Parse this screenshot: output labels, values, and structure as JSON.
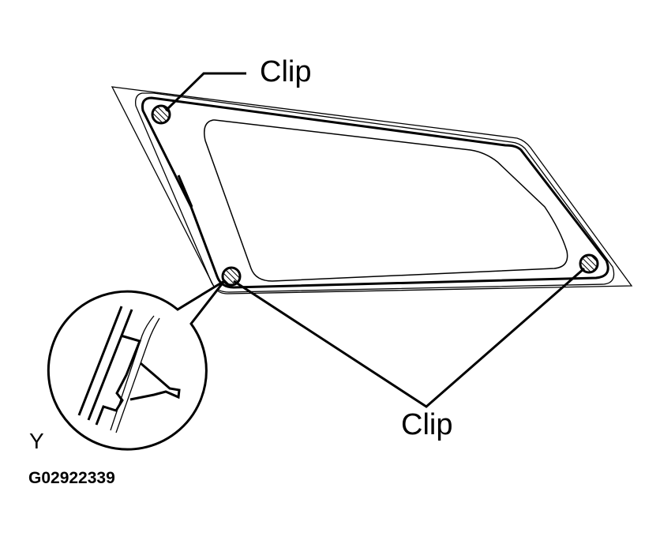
{
  "diagram": {
    "subject": "quarter window glass with clips",
    "callouts": [
      {
        "id": "clip-top",
        "label": "Clip"
      },
      {
        "id": "clip-bottom",
        "label": "Clip"
      }
    ],
    "view_letter": "Y",
    "figure_code": "G02922339",
    "colors": {
      "line": "#000000",
      "background": "#ffffff"
    }
  }
}
